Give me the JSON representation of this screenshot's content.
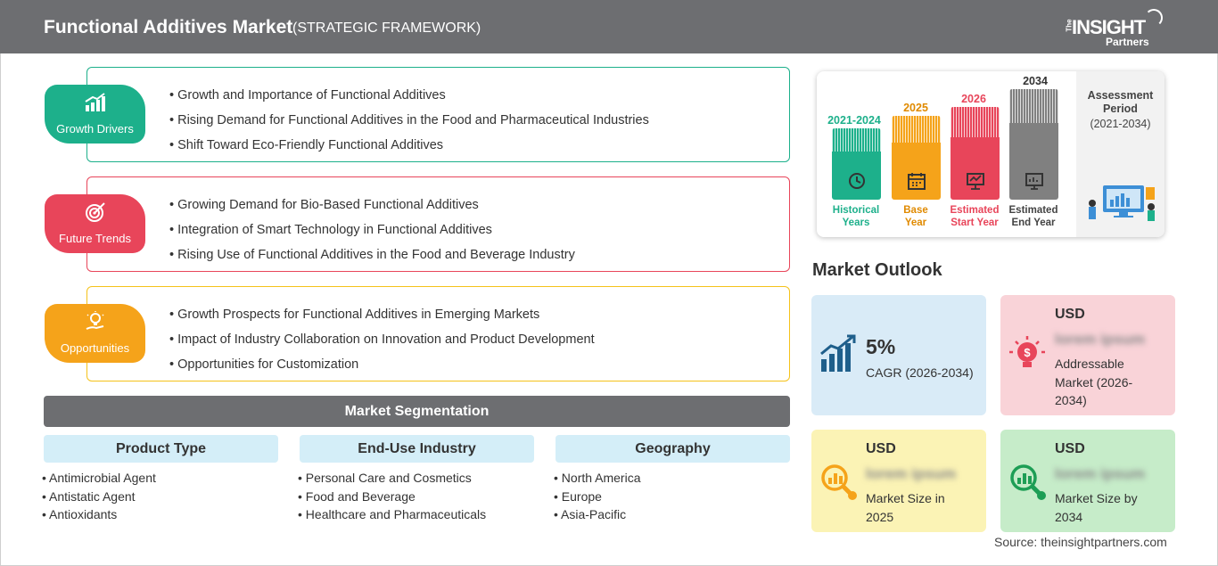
{
  "header": {
    "title": "Functional Additives Market",
    "subtitle": "(STRATEGIC FRAMEWORK)",
    "logo": {
      "the": "The",
      "insight": "INSIGHT",
      "partners": "Partners"
    }
  },
  "categories": [
    {
      "label": "Growth Drivers",
      "icon": "bar-growth-icon",
      "color": "#1db08b",
      "items": [
        "Growth and Importance of Functional Additives",
        "Rising Demand for Functional Additives in the Food and Pharmaceutical Industries",
        "Shift Toward Eco-Friendly Functional Additives"
      ]
    },
    {
      "label": "Future Trends",
      "icon": "target-icon",
      "color": "#e8455a",
      "items": [
        "Growing Demand for Bio-Based Functional Additives",
        "Integration of Smart Technology in Functional Additives",
        "Rising Use of Functional Additives in the Food and Beverage Industry"
      ]
    },
    {
      "label": "Opportunities",
      "icon": "lightbulb-hand-icon",
      "color": "#f5a31a",
      "items": [
        "Growth Prospects for Functional Additives in Emerging Markets",
        "Impact of Industry Collaboration on Innovation and Product Development",
        "Opportunities for Customization"
      ]
    }
  ],
  "segmentation": {
    "title": "Market Segmentation",
    "columns": [
      {
        "heading": "Product Type",
        "items": [
          "Antimicrobial Agent",
          "Antistatic Agent",
          "Antioxidants"
        ]
      },
      {
        "heading": "End-Use Industry",
        "items": [
          "Personal Care and Cosmetics",
          "Food and Beverage",
          "Healthcare and Pharmaceuticals"
        ]
      },
      {
        "heading": "Geography",
        "items": [
          "North America",
          "Europe",
          "Asia-Pacific"
        ]
      }
    ]
  },
  "timeline": {
    "bars": [
      {
        "year": "2021-2024",
        "label_1": "Historical",
        "label_2": "Years",
        "color": "#1db08b",
        "icon": "history-icon"
      },
      {
        "year": "2025",
        "label_1": "Base",
        "label_2": "Year",
        "color": "#f5a31a",
        "icon": "calendar-icon"
      },
      {
        "year": "2026",
        "label_1": "Estimated",
        "label_2": "Start Year",
        "color": "#e8455a",
        "icon": "presentation-icon"
      },
      {
        "year": "2034",
        "label_1": "Estimated",
        "label_2": "End Year",
        "color": "#808080",
        "icon": "monitor-chart-icon"
      }
    ],
    "period_title_1": "Assessment",
    "period_title_2": "Period",
    "period_range": "(2021-2034)"
  },
  "outlook": {
    "title": "Market Outlook",
    "cagr": {
      "value": "5%",
      "label": "CAGR (2026-2034)",
      "color": "#d9ebf7"
    },
    "addressable": {
      "currency": "USD",
      "value": "lorem ipsum",
      "label_1": "Addressable",
      "label_2": "Market (2026-",
      "label_3": "2034)",
      "color": "#f9d3d8"
    },
    "size_2025": {
      "currency": "USD",
      "value": "lorem ipsum",
      "label_1": "Market Size in",
      "label_2": "2025",
      "color": "#fbf3b5"
    },
    "size_2034": {
      "currency": "USD",
      "value": "lorem ipsum",
      "label_1": "Market Size by",
      "label_2": "2034",
      "color": "#c6ecc9"
    }
  },
  "source": "Source: theinsightpartners.com"
}
